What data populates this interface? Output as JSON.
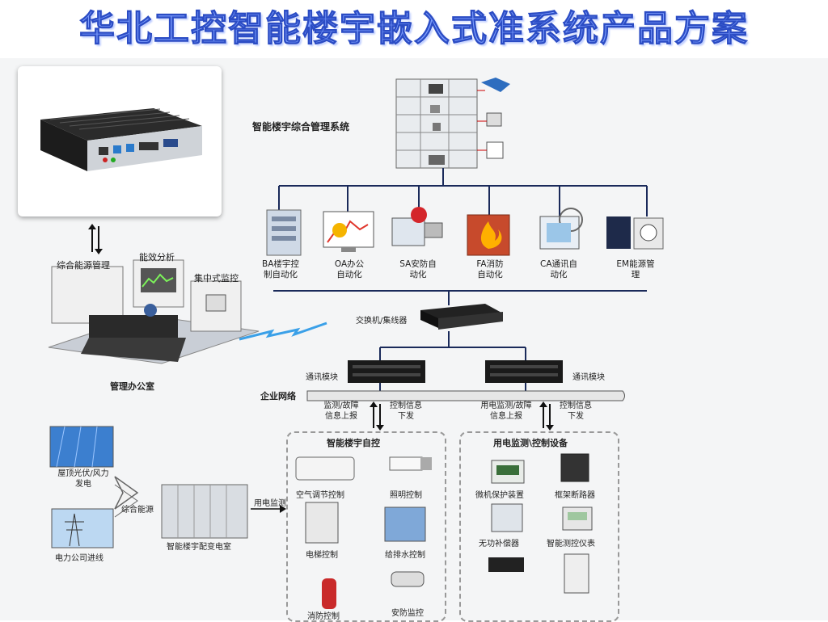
{
  "title": "华北工控智能楼宇嵌入式准系统产品方案",
  "top_system": {
    "label": "智能楼宇综合管理系统"
  },
  "subsystems": [
    {
      "label_l1": "BA楼宇控",
      "label_l2": "制自动化",
      "icon": "server-rack-icon"
    },
    {
      "label_l1": "OA办公",
      "label_l2": "自动化",
      "icon": "monitor-chart-icon"
    },
    {
      "label_l1": "SA安防自",
      "label_l2": "动化",
      "icon": "security-camera-icon"
    },
    {
      "label_l1": "FA消防",
      "label_l2": "自动化",
      "icon": "fire-wall-icon"
    },
    {
      "label_l1": "CA通讯自",
      "label_l2": "动化",
      "icon": "comm-monitor-icon"
    },
    {
      "label_l1": "EM能源管",
      "label_l2": "理",
      "icon": "energy-meter-icon"
    }
  ],
  "switch_label": "交换机/集线器",
  "comm_module_left": "通讯模块",
  "comm_module_right": "通讯模块",
  "enterprise_network": "企业网络",
  "office": {
    "label": "管理办公室",
    "panels": [
      "综合能源管理",
      "能效分析",
      "集中式监控"
    ]
  },
  "flows": {
    "left_up_l1": "监测/故障",
    "left_up_l2": "信息上报",
    "left_down_l1": "控制信息",
    "left_down_l2": "下发",
    "right_up_l1": "用电监测/故障",
    "right_up_l2": "信息上报",
    "right_down_l1": "控制信息",
    "right_down_l2": "下发"
  },
  "building_control": {
    "title": "智能楼宇自控",
    "items": [
      "空气调节控制",
      "照明控制",
      "电梯控制",
      "给排水控制",
      "消防控制",
      "安防监控"
    ]
  },
  "power_control": {
    "title": "用电监测\\控制设备",
    "items": [
      "微机保护装置",
      "框架断路器",
      "无功补偿器",
      "智能测控仪表"
    ]
  },
  "energy": {
    "solar_l1": "屋顶光伏/风力",
    "solar_l2": "发电",
    "grid": "电力公司进线",
    "combined": "综合能源",
    "substation": "智能楼宇配变电室",
    "monitor": "用电监测"
  },
  "colors": {
    "title_fill": "#7fa0ff",
    "title_stroke": "#2b4cc4",
    "line": "#1a2a5a",
    "lightning": "#3aa0e8"
  }
}
